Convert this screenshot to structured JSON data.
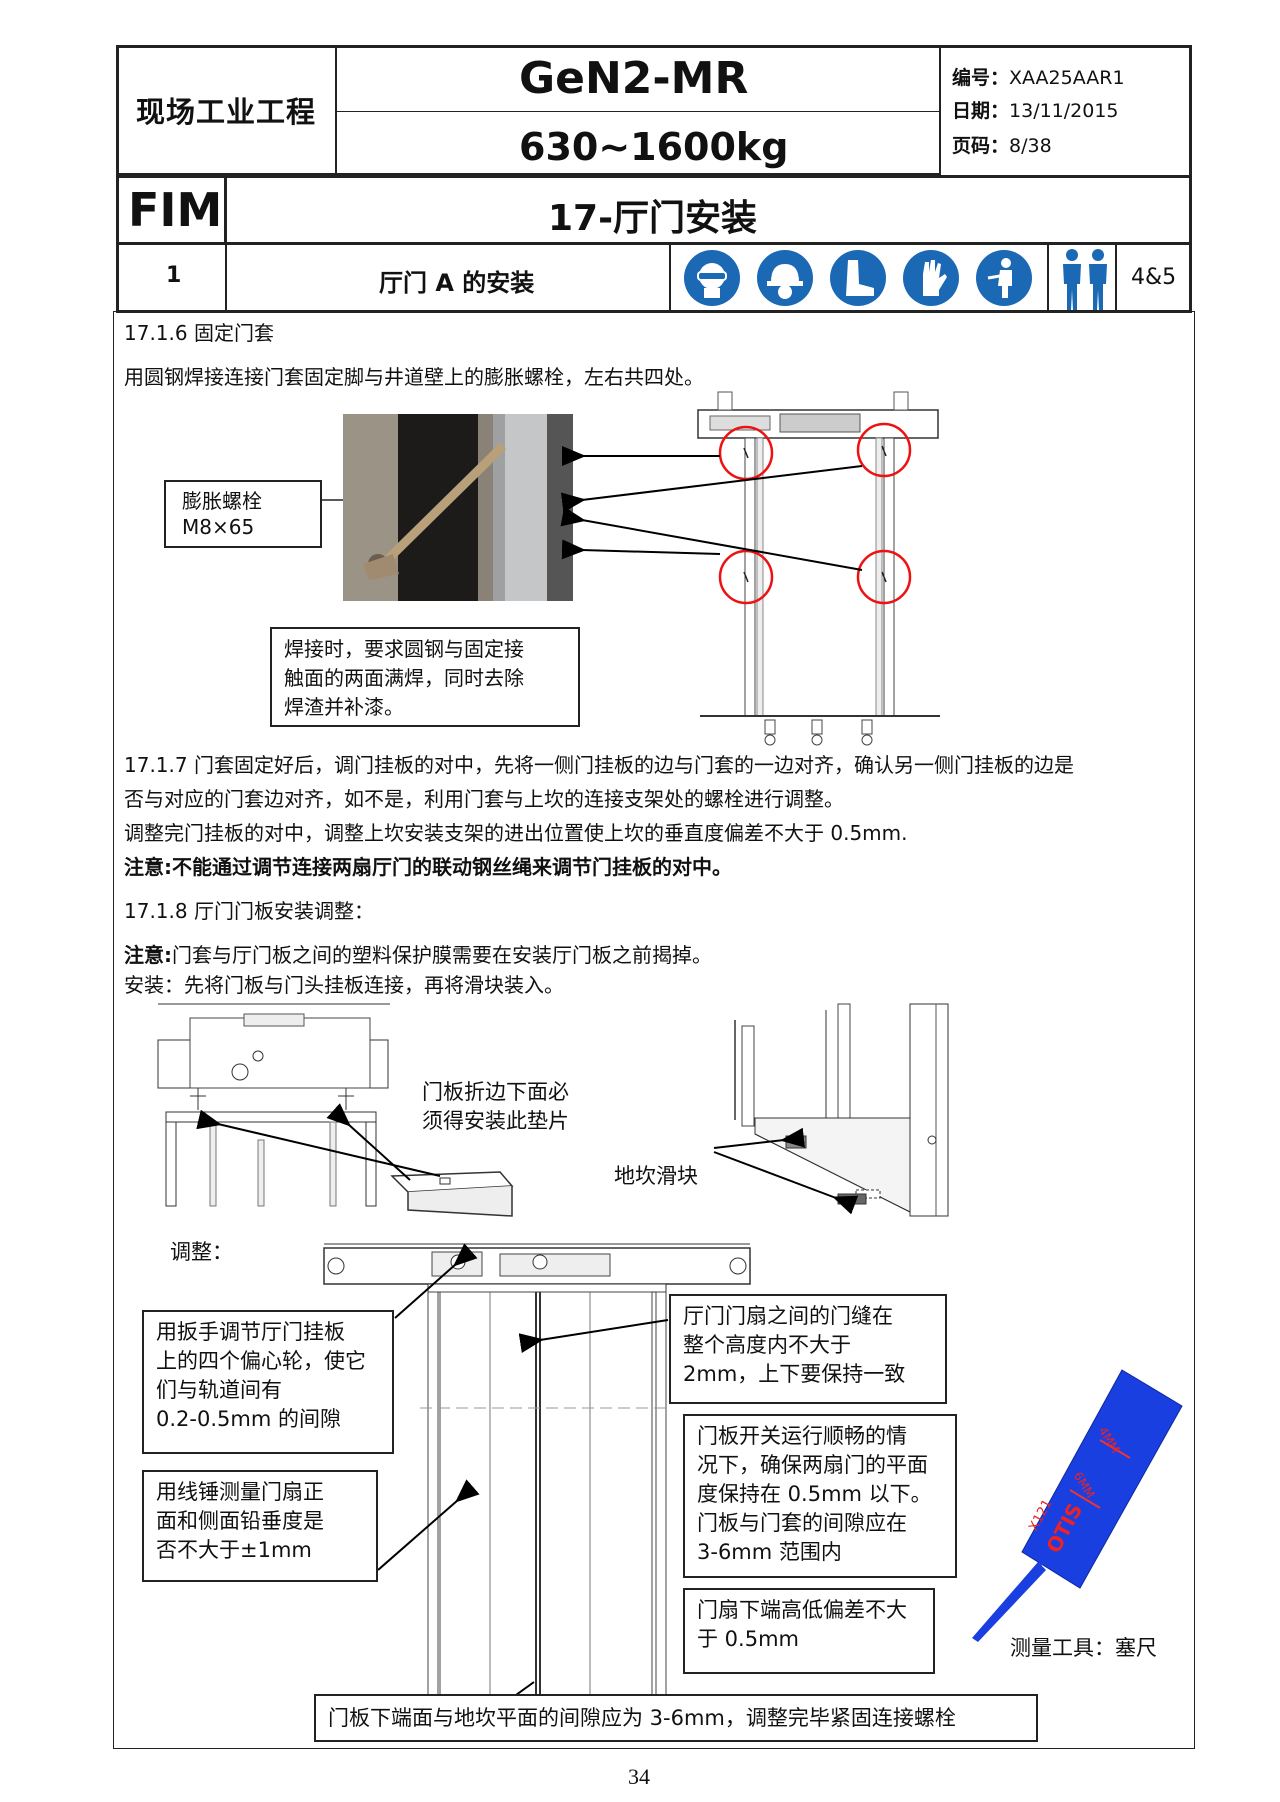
{
  "header": {
    "dept": "现场工业工程",
    "model": "GeN2-MR",
    "capacity": "630~1600kg",
    "code_label": "编号：",
    "code_value": "XAA25AAR1",
    "date_label": "日期：",
    "date_value": "13/11/2015",
    "page_label": "页码：",
    "page_value": "8/38",
    "fim": "FIM",
    "chapter_title": "17-厅门安装",
    "section_no": "1",
    "section_title": "厅门 A 的安装",
    "persons": "4&5",
    "ppe_icons": [
      "safety-goggles-icon",
      "hard-hat-icon",
      "safety-boots-icon",
      "gloves-icon",
      "harness-icon"
    ],
    "accent_color": "#1b69b5"
  },
  "s1716": {
    "heading": "17.1.6 固定门套",
    "text": "用圆钢焊接连接门套固定脚与井道壁上的膨胀螺栓，左右共四处。",
    "bolt_label": "膨胀螺栓\nM8×65",
    "weld_note": "焊接时，要求圆钢与固定接\n触面的两面满焊，同时去除\n焊渣并补漆。"
  },
  "s1717": {
    "line1": "17.1.7 门套固定好后，调门挂板的对中，先将一侧门挂板的边与门套的一边对齐，确认另一侧门挂板的边是",
    "line2": "否与对应的门套边对齐，如不是，利用门套与上坎的连接支架处的螺栓进行调整。",
    "line3": "调整完门挂板的对中，调整上坎安装支架的进出位置使上坎的垂直度偏差不大于 0.5mm.",
    "warning": "注意:不能通过调节连接两扇厅门的联动钢丝绳来调节门挂板的对中。"
  },
  "s1718": {
    "heading": "17.1.8 厅门门板安装调整：",
    "note_bold": "注意:",
    "note_text": "门套与厅门板之间的塑料保护膜需要在安装厅门板之前揭掉。",
    "install": "安装：先将门板与门头挂板连接，再将滑块装入。",
    "shim_label": "门板折边下面必\n须得安装此垫片",
    "slider_label": "地坎滑块",
    "adjust_label": "调整：",
    "note_eccentric": "用扳手调节厅门挂板\n上的四个偏心轮，使它\n们与轨道间有\n0.2-0.5mm 的间隙",
    "note_plumb": "用线锤测量门扇正\n面和侧面铅垂度是\n否不大于±1mm",
    "note_gap": "厅门门扇之间的门缝在\n整个高度内不大于\n2mm，上下要保持一致",
    "note_plane": "门板开关运行顺畅的情\n况下，确保两扇门的平面\n度保持在 0.5mm 以下。\n门板与门套的间隙应在\n3-6mm 范围内",
    "note_height": "门扇下端高低偏差不大\n    于 0.5mm",
    "note_bottom": "门板下端面与地坎平面的间隙应为 3-6mm，调整完毕紧固连接螺栓",
    "gauge_marks": [
      "4MM",
      "6MM",
      "X121",
      "OTIS"
    ],
    "tool_label": "测量工具：塞尺"
  },
  "footer": {
    "page_number": "34"
  }
}
